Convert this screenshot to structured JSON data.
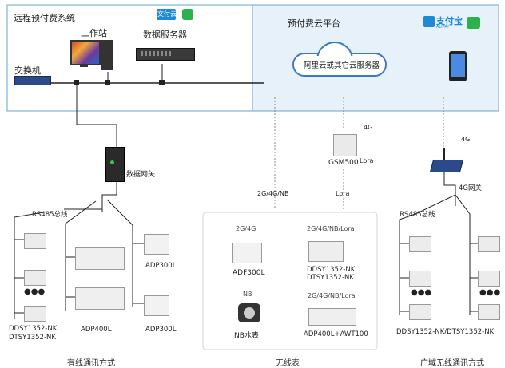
{
  "left_panel": {
    "title": "远程预付费系统",
    "payment_logos": [
      "文付云",
      "微信"
    ],
    "workstation_label": "工作站",
    "server_label": "数据服务器",
    "switch_label": "交换机"
  },
  "right_panel": {
    "title": "预付费云平台",
    "cloud_label": "阿里云或其它云服务器",
    "alipay_label": "支付宝",
    "alipay_sub": "ALIPAY"
  },
  "gateway": {
    "label": "数据网关"
  },
  "wired": {
    "bus_label": "RS485总线",
    "meter_label_1": "DDSY1352-NK",
    "meter_label_2": "DTSY1352-NK",
    "adp400_label": "ADP400L",
    "adp300_top_label": "ADP300L",
    "adp300_bottom_label": "ADP300L",
    "section_label": "有线通讯方式",
    "ellipsis": "●●●"
  },
  "wireless": {
    "gsm_label": "GSM500",
    "gsm_4g": "4G",
    "gsm_lora": "Lora",
    "link_label": "2G/4G/NB",
    "lora_label": "Lora",
    "box": {
      "adf300_proto": "2G/4G",
      "adf300_label": "ADF300L",
      "ddsy_proto": "2G/4G/NB/Lora",
      "ddsy_label_1": "DDSY1352-NK",
      "ddsy_label_2": "DTSY1352-NK",
      "nb_proto": "NB",
      "nb_label": "NB水表",
      "adp_proto": "2G/4G/NB/Lora",
      "adp_label": "ADP400L+AWT100"
    },
    "section_label": "无线表"
  },
  "wide_area": {
    "router_4g": "4G",
    "gateway_label": "4G网关",
    "bus_label": "RS485总线",
    "meter_label": "DDSY1352-NK/DTSY1352-NK",
    "section_label": "广域无线通讯方式",
    "ellipsis": "●●●"
  }
}
